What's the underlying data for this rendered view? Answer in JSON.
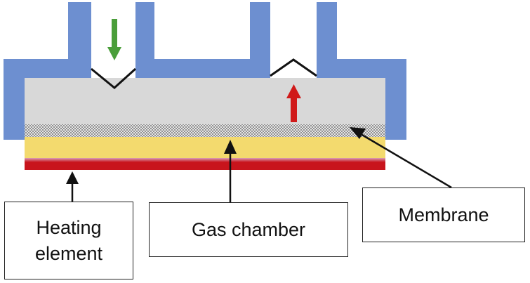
{
  "labels": {
    "heating_element": "Heating\nelement",
    "gas_chamber": "Gas chamber",
    "membrane": "Membrane"
  },
  "colors": {
    "housing": "#6d8fd0",
    "chamber": "#d8d8d8",
    "membrane": "#9a9a9a",
    "gas_layer": "#f3da6e",
    "heater": "#c8141c",
    "inflow_arrow": "#4a9e3a",
    "outflow_arrow": "#d01a1a",
    "line": "#111111"
  }
}
